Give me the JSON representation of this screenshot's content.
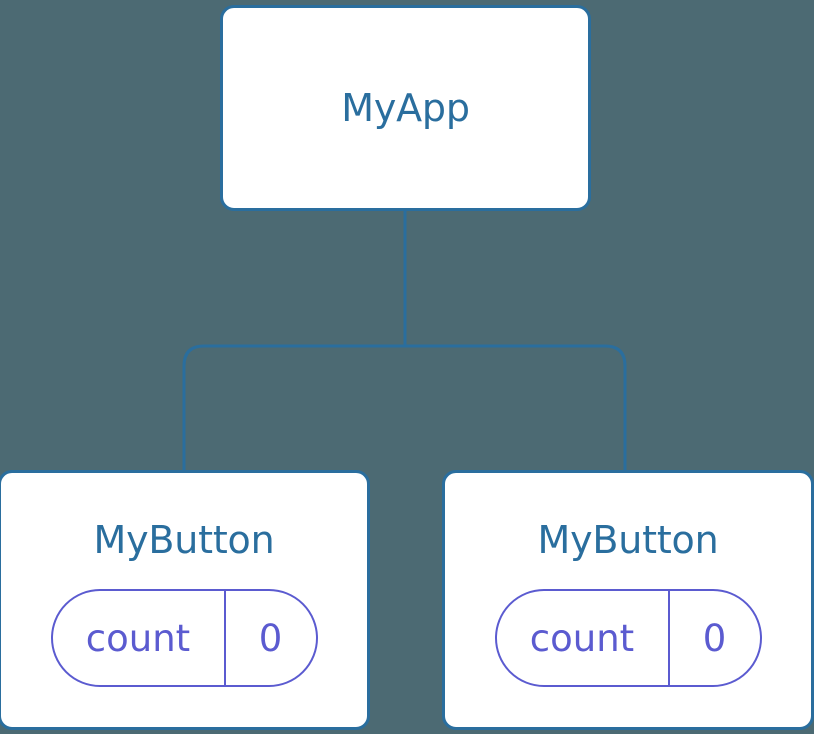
{
  "diagram": {
    "type": "component-tree",
    "background_color": "#4c6a73",
    "node_border_color": "#2a6e9e",
    "node_title_color": "#2a6e9e",
    "state_accent_color": "#5b5bd0",
    "edge_color": "#2a6e9e"
  },
  "root": {
    "title": "MyApp"
  },
  "children": [
    {
      "title": "MyButton",
      "state": {
        "key": "count",
        "value": "0"
      }
    },
    {
      "title": "MyButton",
      "state": {
        "key": "count",
        "value": "0"
      }
    }
  ]
}
